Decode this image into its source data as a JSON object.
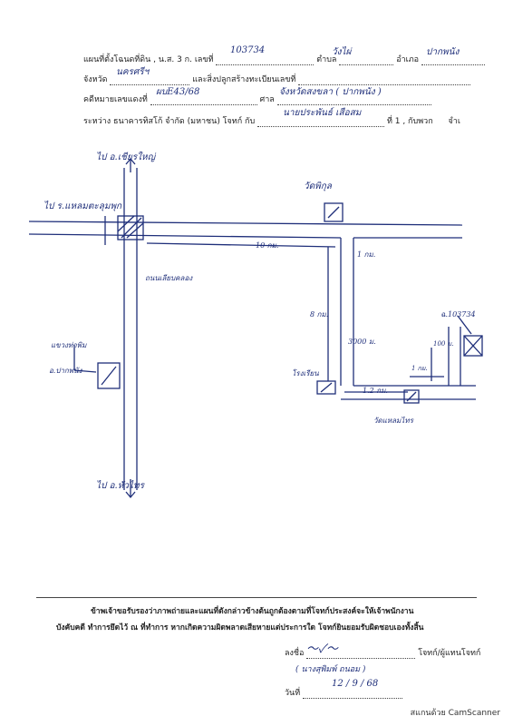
{
  "header": {
    "line1_label_a": "แผนที่ตั้งโฉนดที่ดิน , น.ส. 3 ก. เลขที่",
    "line1_value_a": "103734",
    "line1_label_b": "ตำบล",
    "line1_value_b": "วังไผ่",
    "line1_label_c": "อำเภอ",
    "line1_value_c": "ปากพนัง",
    "line2_label_a": "จังหวัด",
    "line2_value_a": "นครศรีฯ",
    "line2_label_b": "และสิ่งปลูกสร้างทะเบียนเลขที่",
    "line3_label_a": "คดีหมายเลขแดงที่",
    "line3_value_a": "ผบE43/68",
    "line3_label_b": "ศาล",
    "line3_value_b": "จังหวัดสงขลา ( ปากพนัง )",
    "line4_label_a": "ระหว่าง ธนาคารทิสโก้ จำกัด (มหาชน) โจทก์ กับ",
    "line4_value_a": "นายประพันธ์ เสือสม",
    "line4_label_b": "ที่ 1 , กับพวก",
    "line4_label_c": "จำเ"
  },
  "map": {
    "label_top_left": "ไป อ.เชียรใหญ่",
    "label_left_road": "ไป ร.แหลมตะลุมพุก",
    "label_road_vertical": "ถนนเลียบคลอง",
    "label_temple_top": "วัดพิกุล",
    "label_10km": "10 กม.",
    "label_1km": "1 กม.",
    "label_8km": "8 กม.",
    "label_3000": "3000 ม.",
    "label_school": "โรงเรียน",
    "label_plot": "ฉ.103734",
    "label_100m": "100 ม.",
    "label_1km_b": "1 กม.",
    "label_1_2km": "1.2 กม.",
    "label_temple_bottom": "วัดแหลมไทร",
    "label_left_mid_a": "แขวงท่าพิม",
    "label_left_mid_b": "อ.ปากพนัง",
    "label_bottom": "ไป อ.หัวไทร"
  },
  "footer": {
    "declaration_line1": "ข้าพเจ้าขอรับรองว่าภาพถ่ายและแผนที่ดังกล่าวข้างต้นถูกต้องตามที่โจทก์ประสงค์จะให้เจ้าพนักงาน",
    "declaration_line2": "บังคับคดี ทำการยึดไว้ ณ ที่ทำการ หากเกิดความผิดพลาดเสียหายแต่ประการใด โจทก์ยินยอมรับผิดชอบเองทั้งสิ้น",
    "sign_label": "ลงชื่อ",
    "sign_role": "โจทก์/ผู้แทนโจทก์",
    "sign_name": "( นางสุพิมพ์ ถนอม )",
    "date_label": "วันที่",
    "date_value": "12 / 9 / 68",
    "scanner": "สแกนด้วย CamScanner"
  },
  "colors": {
    "ink": "#1f2f7a",
    "print": "#222222"
  }
}
